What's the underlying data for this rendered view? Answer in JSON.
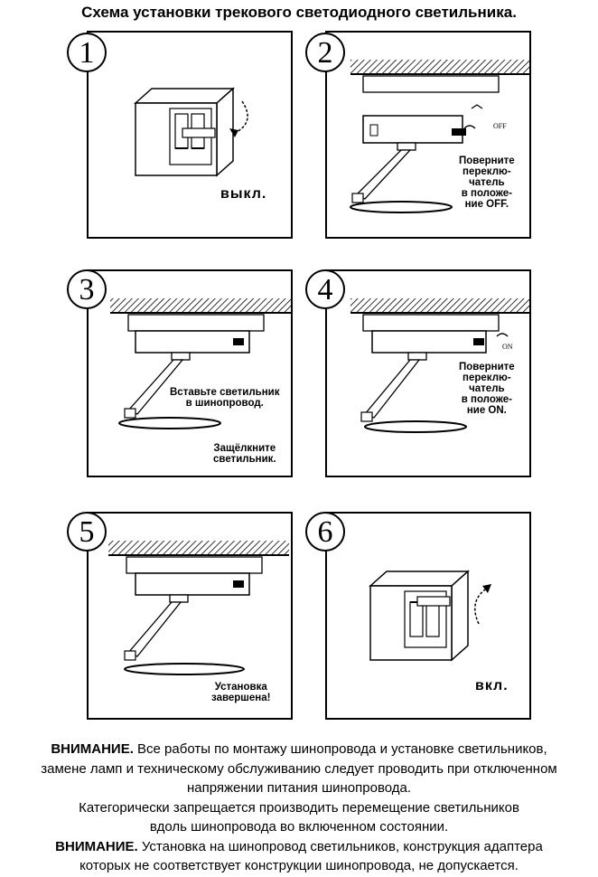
{
  "title": "Схема установки трекового светодиодного светильника.",
  "steps": [
    {
      "number": "1",
      "caption": "выкл."
    },
    {
      "number": "2",
      "caption_lines": [
        "Поверните",
        "переклю-",
        "чатель",
        "в положе-",
        "ние OFF."
      ],
      "switch_label": "OFF"
    },
    {
      "number": "3",
      "caption_a_lines": [
        "Вставьте светильник",
        "в шинопровод."
      ],
      "caption_b_lines": [
        "Защёлкните",
        "светильник."
      ]
    },
    {
      "number": "4",
      "caption_lines": [
        "Поверните",
        "переклю-",
        "чатель",
        "в положе-",
        "ние ON."
      ],
      "switch_label": "ON"
    },
    {
      "number": "5",
      "caption_lines": [
        "Установка",
        "завершена!"
      ]
    },
    {
      "number": "6",
      "caption": "вкл."
    }
  ],
  "notes": {
    "warning1_label": "ВНИМАНИЕ.",
    "warning1_text_1": " Все работы по монтажу шинопровода и установке светильников,",
    "warning1_text_2": "замене ламп и техническому обслуживанию следует проводить при отключенном",
    "warning1_text_3": "напряжении питания шинопровода.",
    "prohibit_1": "Категорически запрещается производить перемещение светильников",
    "prohibit_2": "вдоль шинопровода во включенном состоянии.",
    "warning2_label": "ВНИМАНИЕ.",
    "warning2_text_1": " Установка на шинопровод светильников, конструкция адаптера",
    "warning2_text_2": "которых не соответствует конструкции шинопровода, не допускается."
  }
}
